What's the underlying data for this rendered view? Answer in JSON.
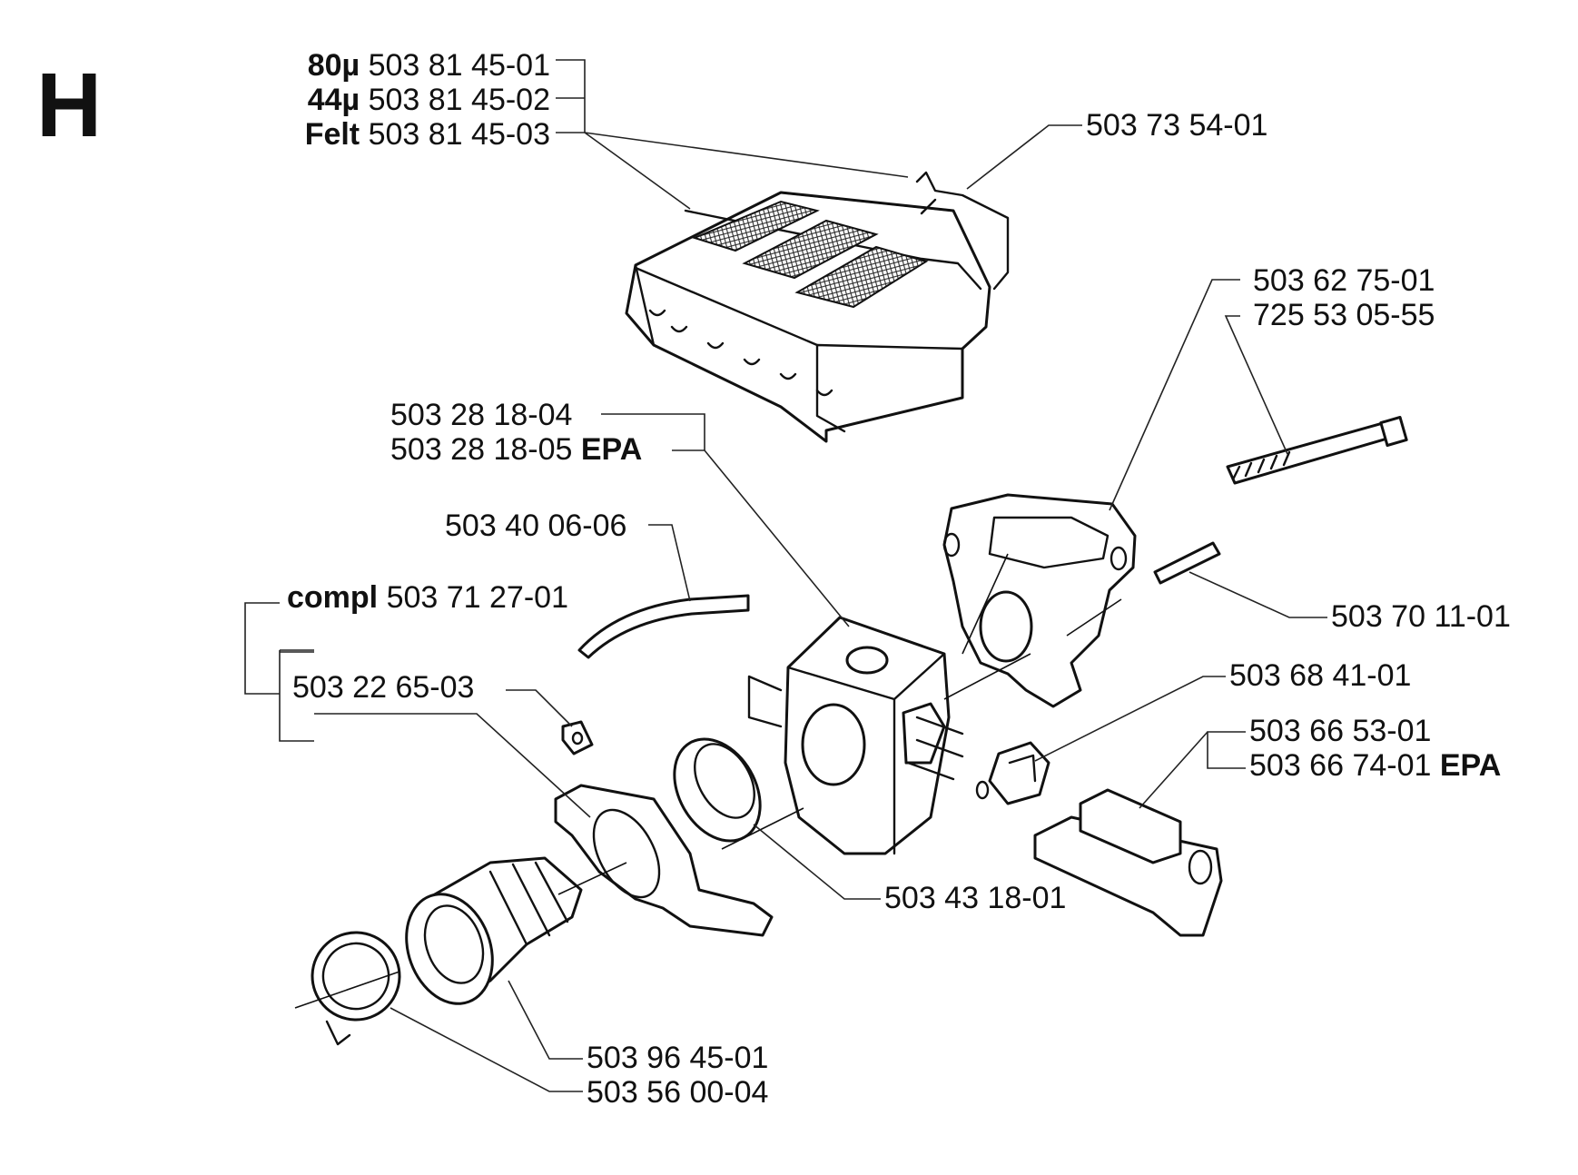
{
  "section": "H",
  "parts": {
    "filter_80": {
      "prefix": "80µ",
      "number": "503 81 45-01"
    },
    "filter_44": {
      "prefix": "44µ",
      "number": "503 81 45-02"
    },
    "filter_felt": {
      "prefix": "Felt",
      "number": "503 81 45-03"
    },
    "filter_clip": {
      "number": "503 73 54-01"
    },
    "flange": {
      "number": "503 62 75-01"
    },
    "bolt": {
      "number": "725 53 05-55"
    },
    "carb_1": {
      "number": "503 28 18-04"
    },
    "carb_2": {
      "number": "503 28 18-05",
      "suffix": "EPA"
    },
    "fuel_hose": {
      "number": "503 40 06-06"
    },
    "intake_compl": {
      "prefix": "compl",
      "number": "503 71 27-01"
    },
    "spacer_pin": {
      "number": "503 70 11-01"
    },
    "nut": {
      "number": "503 22 65-03"
    },
    "choke": {
      "number": "503 68 41-01"
    },
    "control_1": {
      "number": "503 66 53-01"
    },
    "control_2": {
      "number": "503 66 74-01",
      "suffix": "EPA"
    },
    "gasket": {
      "number": "503 43 18-01"
    },
    "intake_rubber": {
      "number": "503 96 45-01"
    },
    "hose_clamp": {
      "number": "503 56 00-04"
    }
  }
}
